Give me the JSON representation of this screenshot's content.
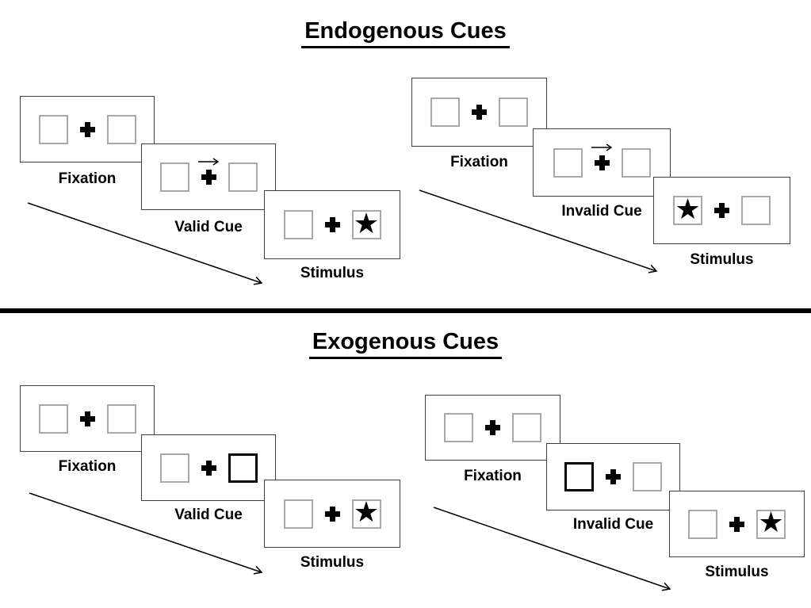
{
  "sections": [
    {
      "title": "Endogenous Cues",
      "groups": [
        {
          "name": "valid",
          "panels": [
            {
              "label": "Fixation",
              "type": "fixation"
            },
            {
              "label": "Valid Cue",
              "type": "endogenous-cue",
              "cue": "arrow-right-above-fixation-cross"
            },
            {
              "label": "Stimulus",
              "type": "stimulus",
              "star_side": "right"
            }
          ]
        },
        {
          "name": "invalid",
          "panels": [
            {
              "label": "Fixation",
              "type": "fixation"
            },
            {
              "label": "Invalid Cue",
              "type": "endogenous-cue",
              "cue": "arrow-right-above-fixation-cross"
            },
            {
              "label": "Stimulus",
              "type": "stimulus",
              "star_side": "left"
            }
          ]
        }
      ]
    },
    {
      "title": "Exogenous Cues",
      "groups": [
        {
          "name": "valid",
          "panels": [
            {
              "label": "Fixation",
              "type": "fixation"
            },
            {
              "label": "Valid Cue",
              "type": "exogenous-cue",
              "cue": "thick-box-right"
            },
            {
              "label": "Stimulus",
              "type": "stimulus",
              "star_side": "right"
            }
          ]
        },
        {
          "name": "invalid",
          "panels": [
            {
              "label": "Fixation",
              "type": "fixation"
            },
            {
              "label": "Invalid Cue",
              "type": "exogenous-cue",
              "cue": "thick-box-left"
            },
            {
              "label": "Stimulus",
              "type": "stimulus",
              "star_side": "right"
            }
          ]
        }
      ]
    }
  ],
  "icons": {
    "star": "★",
    "fixation_cross": "+",
    "cue_arrow": "right-arrow",
    "sequence_arrow": "diagonal-down-right-arrow"
  },
  "colors": {
    "ink": "#000000",
    "panel_border": "#404040",
    "box_border": "#a8a8a8",
    "background": "#ffffff"
  }
}
